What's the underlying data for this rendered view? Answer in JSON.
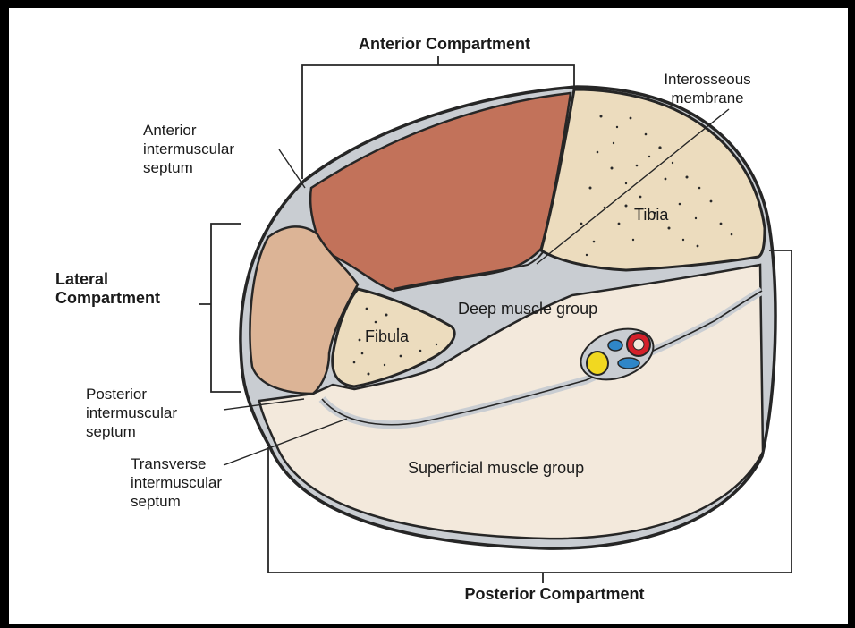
{
  "labels": {
    "anterior_compartment": "Anterior Compartment",
    "lateral_compartment_l1": "Lateral",
    "lateral_compartment_l2": "Compartment",
    "posterior_compartment": "Posterior Compartment",
    "anterior_septum": [
      "Anterior",
      "intermuscular",
      "septum"
    ],
    "posterior_septum": [
      "Posterior",
      "intermuscular",
      "septum"
    ],
    "transverse_septum": [
      "Transverse",
      "intermuscular",
      "septum"
    ],
    "interosseous_membrane": [
      "Interosseous",
      "membrane"
    ],
    "tibia": "Tibia",
    "fibula": "Fibula",
    "deep_group": "Deep muscle group",
    "superficial_group": "Superficial muscle group"
  },
  "colors": {
    "frame": "#000000",
    "background": "#ffffff",
    "fascia": "#c9cdd2",
    "anterior_muscle": "#c2725a",
    "lateral_muscle": "#dcb496",
    "bone": "#ecdcbe",
    "posterior_muscle": "#f3e9dc",
    "artery": "#d4202a",
    "vein": "#2f86c8",
    "nerve": "#f1d820",
    "outline": "#262626"
  }
}
